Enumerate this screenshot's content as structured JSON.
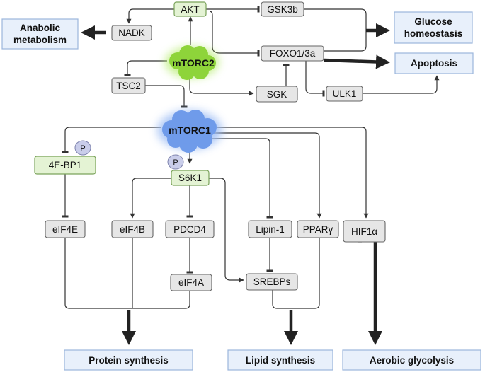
{
  "nodes": {
    "akt": "AKT",
    "gsk3b": "GSK3b",
    "nadk": "NADK",
    "foxo": "FOXO1/3a",
    "tsc2": "TSC2",
    "sgk": "SGK",
    "ulk1": "ULK1",
    "eif4ebp1": "4E-BP1",
    "s6k1": "S6K1",
    "eif4e": "eIF4E",
    "eif4b": "eIF4B",
    "pdcd4": "PDCD4",
    "eif4a": "eIF4A",
    "lipin1": "Lipin-1",
    "ppar": "PPARγ",
    "hif1a": "HIF1α",
    "srebps": "SREBPs"
  },
  "complexes": {
    "mtorc2": "mTORC2",
    "mtorc1": "mTORC1"
  },
  "phospho_label": "P",
  "outcomes": {
    "anabolic_line1": "Anabolic",
    "anabolic_line2": "metabolism",
    "glucose_line1": "Glucose",
    "glucose_line2": "homeostasis",
    "apoptosis": "Apoptosis",
    "protein": "Protein synthesis",
    "lipid": "Lipid synthesis",
    "glycolysis": "Aerobic glycolysis"
  },
  "colors": {
    "grey_node_fill": "#e6e6e6",
    "green_node_fill": "#e4f3d4",
    "green_node_stroke": "#7aa35a",
    "outcome_fill": "#e8f0fb",
    "outcome_stroke": "#9bb6dc",
    "mtorc2": "#8ed43a",
    "mtorc1": "#6f9bea",
    "phospho": "#c9cdea"
  }
}
